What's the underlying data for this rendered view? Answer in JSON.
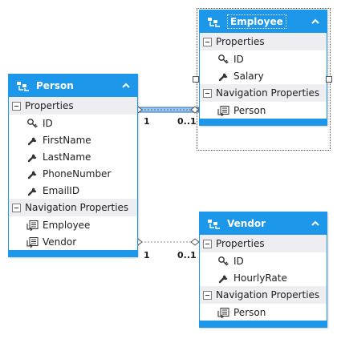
{
  "colors": {
    "accent": "#1c97ea",
    "section_bg": "#eeeef2"
  },
  "person": {
    "title": "Person",
    "properties_label": "Properties",
    "properties": [
      "ID",
      "FirstName",
      "LastName",
      "PhoneNumber",
      "EmailID"
    ],
    "property_icons": [
      "key-icon",
      "wrench-icon",
      "wrench-icon",
      "wrench-icon",
      "wrench-icon"
    ],
    "navigation_label": "Navigation Properties",
    "navigation": [
      "Employee",
      "Vendor"
    ]
  },
  "employee": {
    "title": "Employee",
    "properties_label": "Properties",
    "properties": [
      "ID",
      "Salary"
    ],
    "property_icons": [
      "key-icon",
      "wrench-icon"
    ],
    "navigation_label": "Navigation Properties",
    "navigation": [
      "Person"
    ]
  },
  "vendor": {
    "title": "Vendor",
    "properties_label": "Properties",
    "properties": [
      "ID",
      "HourlyRate"
    ],
    "property_icons": [
      "key-icon",
      "wrench-icon"
    ],
    "navigation_label": "Navigation Properties",
    "navigation": [
      "Person"
    ]
  },
  "associations": [
    {
      "from": "Person",
      "to": "Employee",
      "from_multiplicity": "1",
      "to_multiplicity": "0..1",
      "selected": true
    },
    {
      "from": "Person",
      "to": "Vendor",
      "from_multiplicity": "1",
      "to_multiplicity": "0..1",
      "selected": false
    }
  ]
}
